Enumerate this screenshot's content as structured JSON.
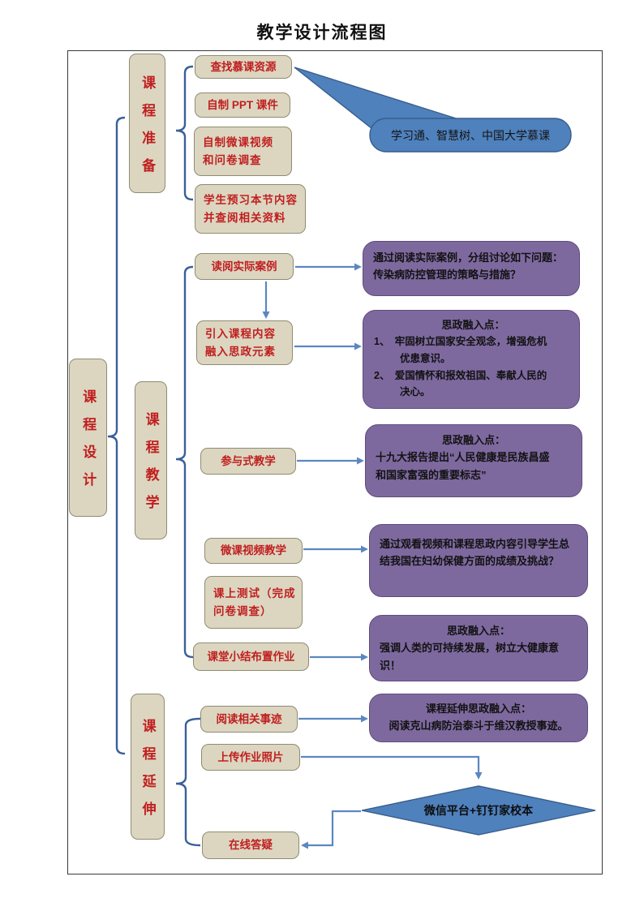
{
  "title": "教学设计流程图",
  "colors": {
    "accent_blue": "#4f81bd",
    "purple": "#7e699f",
    "box_tan": "#dcd6c1",
    "text_red": "#c01f1f",
    "connector_blue": "#5b87c0",
    "brace_blue": "#3a5f9b"
  },
  "root": {
    "label": "课程设计"
  },
  "phases": {
    "prep": {
      "label": "课程准备"
    },
    "teach": {
      "label": "课程教学"
    },
    "extend": {
      "label": "课程延伸"
    }
  },
  "steps": {
    "c1": {
      "text": "查找慕课资源"
    },
    "c2": {
      "text": "自制 PPT 课件"
    },
    "c3": {
      "text": "自制微课视频\n和问卷调查"
    },
    "c4": {
      "text": "学生预习本节内容\n并查阅相关资料"
    },
    "t1": {
      "text": "读阅实际案例"
    },
    "t2": {
      "text": "引入课程内容\n融入思政元素"
    },
    "t3": {
      "text": "参与式教学"
    },
    "t4": {
      "text": "微课视频教学"
    },
    "t5": {
      "text": "课上测试（完成\n问卷调查）"
    },
    "t6": {
      "text": "课堂小结布置作业"
    },
    "e1": {
      "text": "阅读相关事迹"
    },
    "e2": {
      "text": "上传作业照片"
    },
    "e3": {
      "text": "在线答疑"
    }
  },
  "notes": {
    "p1": {
      "body": "通过阅读实际案例，分组讨论如下问题：\n传染病防控管理的策略与措施？"
    },
    "p2": {
      "heading": "思政融入点：",
      "item1": "1、　牢固树立国家安全观念，增强危机\n优患意识。",
      "item2": "2、　爱国情怀和报效祖国、奉献人民的\n决心。"
    },
    "p3": {
      "heading": "思政融入点：",
      "body": "十九大报告提出“人民健康是民族昌盛\n和国家富强的重要标志”"
    },
    "p4": {
      "body": "通过观看视频和课程思政内容引导学生总\n结我国在妇幼保健方面的成绩及挑战？"
    },
    "p5": {
      "heading": "思政融入点：",
      "body": "强调人类的可持续发展，树立大健康意\n识！"
    },
    "p6": {
      "heading": "课程延伸思政融入点：",
      "body": "阅读克山病防治泰斗于维汉教授事迹。"
    }
  },
  "callout": {
    "text": "学习通、智慧树、中国大学慕课"
  },
  "decision": {
    "text": "微信平台+钉钉家校本"
  }
}
